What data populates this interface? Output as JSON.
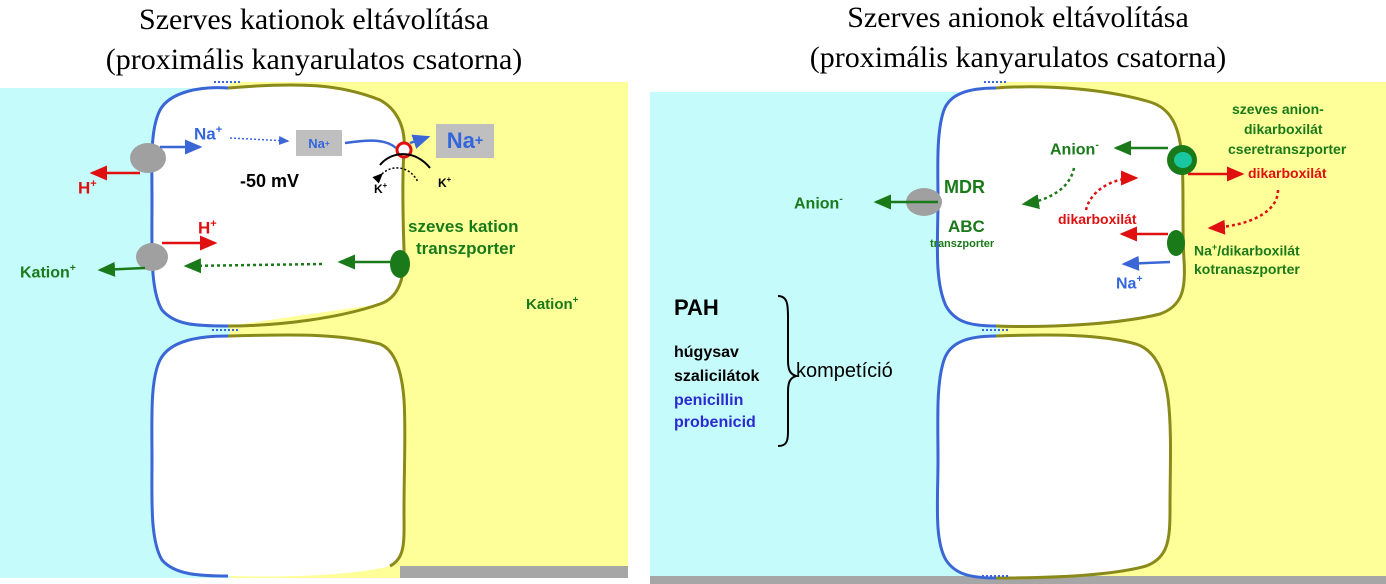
{
  "left": {
    "title_line1": "Szerves kationok eltávolítása",
    "title_line2": "(proximális kanyarulatos csatorna)",
    "na_plus": "Na+",
    "na_box_small": "Na+",
    "na_box_large": "Na+",
    "h_plus_1": "H+",
    "h_plus_2": "H+",
    "membrane_potential": "-50 mV",
    "k_plus_1": "K+",
    "k_plus_2": "K+",
    "transporter_line1": "szeves kation",
    "transporter_line2": "transzporter",
    "kation_left": "Kation+",
    "kation_right": "Kation+"
  },
  "right": {
    "title_line1": "Szerves anionok eltávolítása",
    "title_line2": "(proximális kanyarulatos csatorna)",
    "exchanger_line1": "szeves anion-",
    "exchanger_line2": "dikarboxilát",
    "exchanger_line3": "cseretranszporter",
    "anion_upper": "Anion-",
    "anion_left": "Anion-",
    "mdr": "MDR",
    "abc": "ABC",
    "abc_sub": "transzporter",
    "dikarboxilat_right": "dikarboxilát",
    "dikarboxilat_center": "dikarboxilát",
    "cotransporter_line1": "Na+/dikarboxilát",
    "cotransporter_line2": "kotranaszporter",
    "na_plus": "Na+",
    "pah": "PAH",
    "hugysav": "húgysav",
    "szalicilatok": "szalicilátok",
    "penicillin": "penicillin",
    "probenicid": "probenicid",
    "kompeticio": "kompetíció"
  },
  "colors": {
    "lumen": "#c6fbfb",
    "interstitium": "#ffff99",
    "apical_membrane": "#3a66d6",
    "basolateral_membrane": "#8a8a1a",
    "green": "#1a7a1a",
    "red": "#e01010",
    "blue": "#3366dd",
    "gray": "#a0a0a0"
  }
}
